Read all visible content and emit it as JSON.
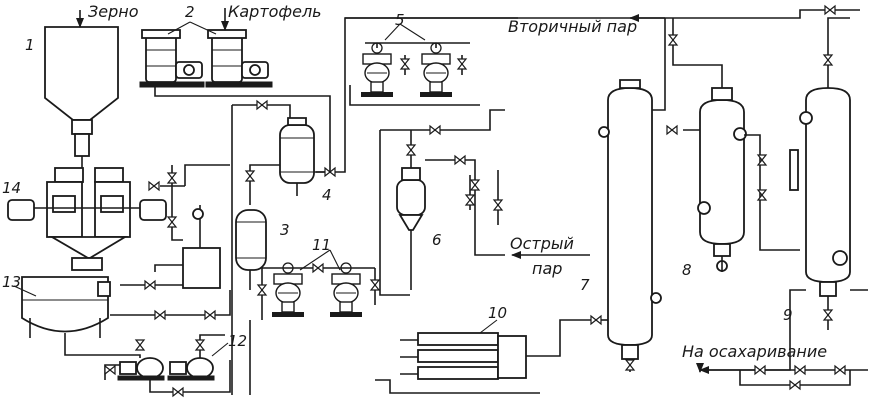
{
  "labels": {
    "grain": "Зерно",
    "potato": "Картофель",
    "secondary_steam": "Вторичный пар",
    "live_steam_1": "Острый",
    "live_steam_2": "пар",
    "to_saccharification": "На осахаривание"
  },
  "numbers": [
    "1",
    "2",
    "3",
    "4",
    "5",
    "6",
    "7",
    "8",
    "9",
    "10",
    "11",
    "12",
    "13",
    "14"
  ],
  "colors": {
    "ink": "#1a1a1a",
    "paper": "#ffffff"
  }
}
